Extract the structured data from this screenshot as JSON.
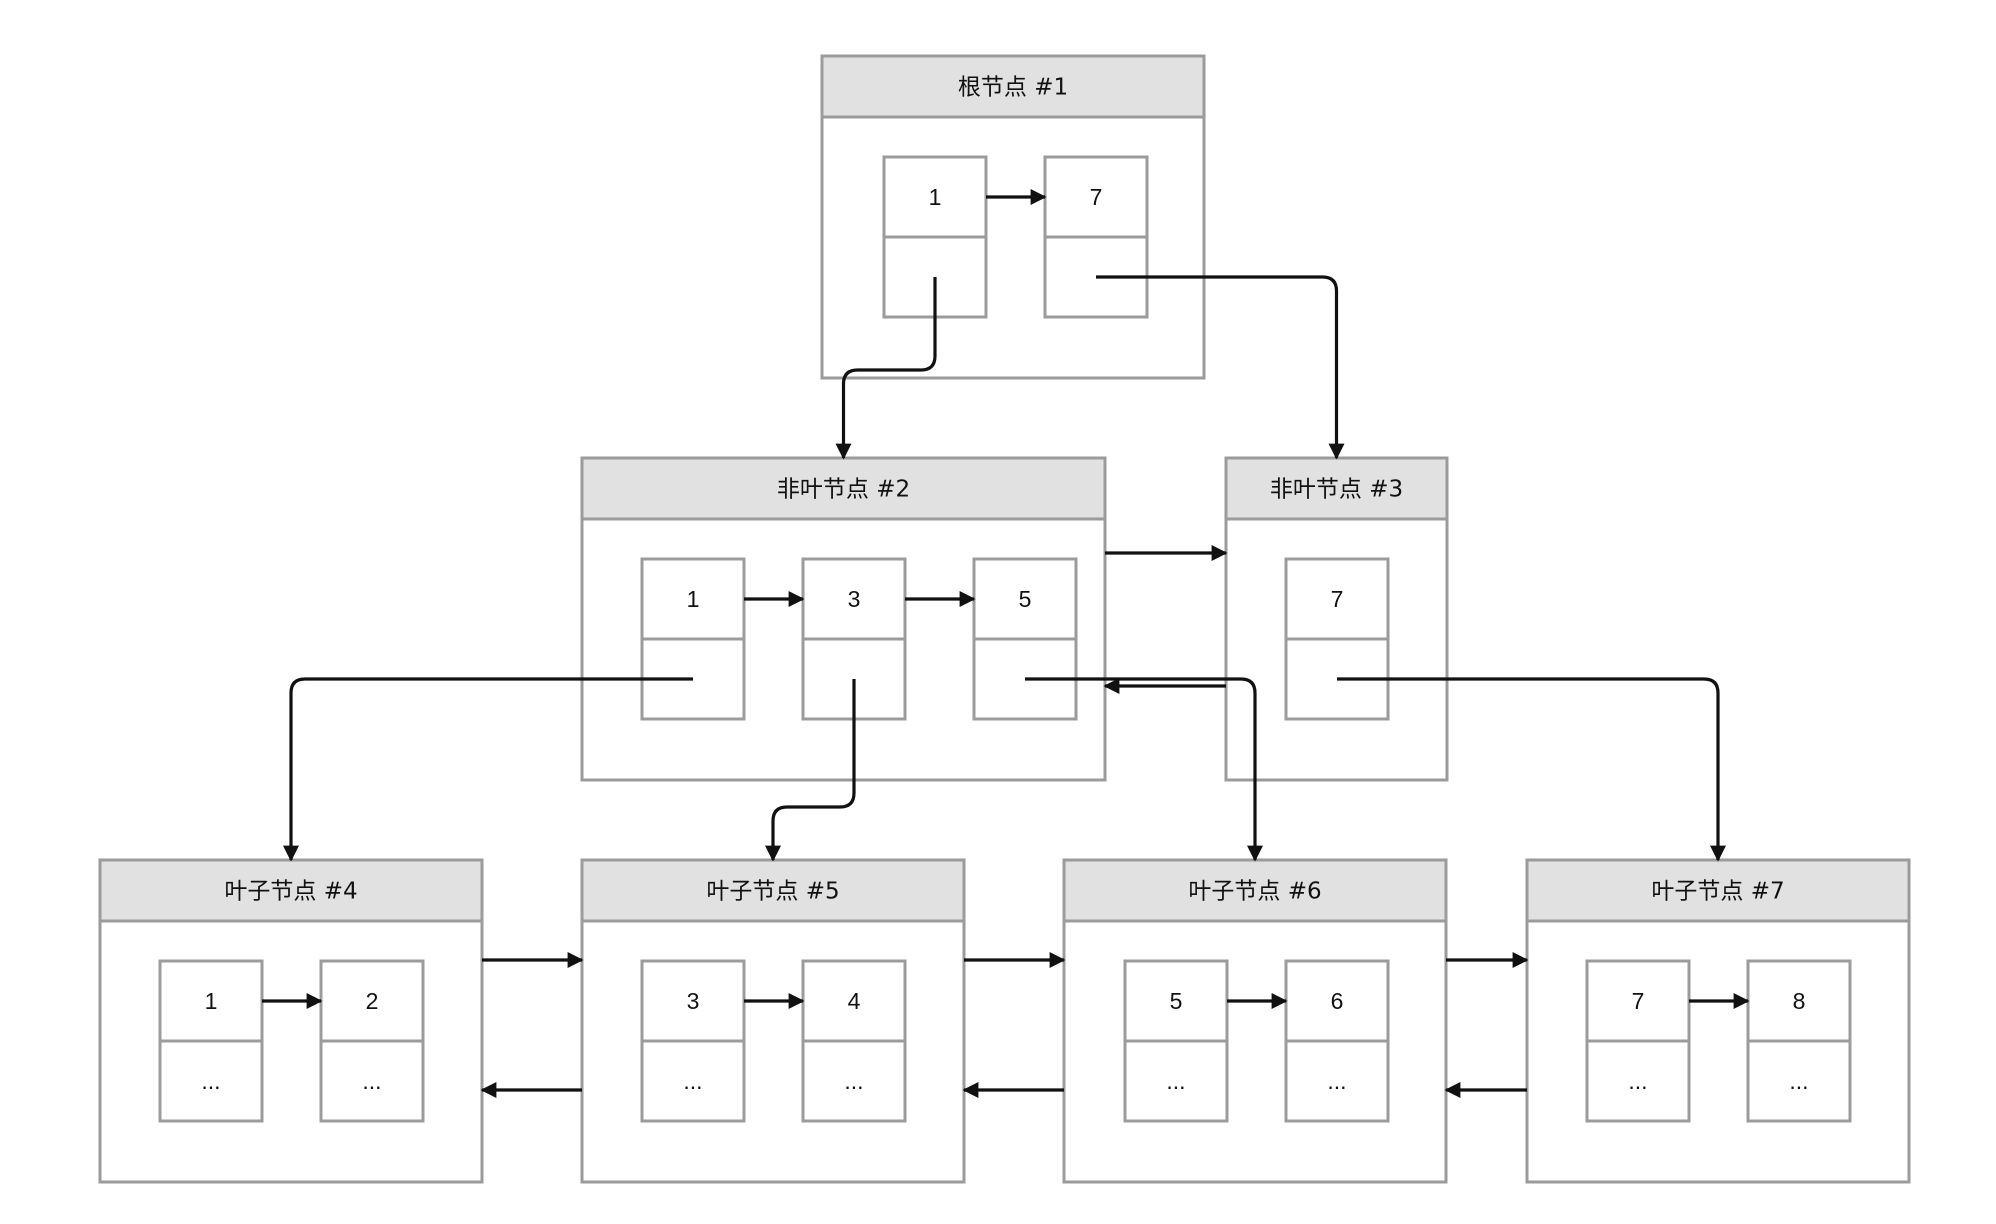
{
  "colors": {
    "header_fill": "#e1e1e1",
    "border": "#9b9b9b",
    "arrow": "#111111",
    "background": "#ffffff"
  },
  "nodes": [
    {
      "id": "n1",
      "title": "根节点 #1",
      "entries": [
        {
          "key": "1",
          "value": ""
        },
        {
          "key": "7",
          "value": ""
        }
      ]
    },
    {
      "id": "n2",
      "title": "非叶节点 #2",
      "entries": [
        {
          "key": "1",
          "value": ""
        },
        {
          "key": "3",
          "value": ""
        },
        {
          "key": "5",
          "value": ""
        }
      ]
    },
    {
      "id": "n3",
      "title": "非叶节点 #3",
      "entries": [
        {
          "key": "7",
          "value": ""
        }
      ]
    },
    {
      "id": "n4",
      "title": "叶子节点 #4",
      "entries": [
        {
          "key": "1",
          "value": "..."
        },
        {
          "key": "2",
          "value": "..."
        }
      ]
    },
    {
      "id": "n5",
      "title": "叶子节点 #5",
      "entries": [
        {
          "key": "3",
          "value": "..."
        },
        {
          "key": "4",
          "value": "..."
        }
      ]
    },
    {
      "id": "n6",
      "title": "叶子节点 #6",
      "entries": [
        {
          "key": "5",
          "value": "..."
        },
        {
          "key": "6",
          "value": "..."
        }
      ]
    },
    {
      "id": "n7",
      "title": "叶子节点 #7",
      "entries": [
        {
          "key": "7",
          "value": "..."
        },
        {
          "key": "8",
          "value": "..."
        }
      ]
    }
  ],
  "edges": [
    {
      "from": "n1.entry0",
      "to": "n2",
      "kind": "child-pointer"
    },
    {
      "from": "n1.entry1",
      "to": "n3",
      "kind": "child-pointer"
    },
    {
      "from": "n2.entry0",
      "to": "n4",
      "kind": "child-pointer"
    },
    {
      "from": "n2.entry1",
      "to": "n5",
      "kind": "child-pointer"
    },
    {
      "from": "n2.entry2",
      "to": "n6",
      "kind": "child-pointer"
    },
    {
      "from": "n3.entry0",
      "to": "n7",
      "kind": "child-pointer"
    },
    {
      "from": "n2",
      "to": "n3",
      "kind": "next-sibling"
    },
    {
      "from": "n3",
      "to": "n2",
      "kind": "prev-sibling"
    },
    {
      "from": "n4",
      "to": "n5",
      "kind": "next-sibling"
    },
    {
      "from": "n5",
      "to": "n4",
      "kind": "prev-sibling"
    },
    {
      "from": "n5",
      "to": "n6",
      "kind": "next-sibling"
    },
    {
      "from": "n6",
      "to": "n5",
      "kind": "prev-sibling"
    },
    {
      "from": "n6",
      "to": "n7",
      "kind": "next-sibling"
    },
    {
      "from": "n7",
      "to": "n6",
      "kind": "prev-sibling"
    },
    {
      "from": "n1.entry0",
      "to": "n1.entry1",
      "kind": "key-order"
    },
    {
      "from": "n2.entry0",
      "to": "n2.entry1",
      "kind": "key-order"
    },
    {
      "from": "n2.entry1",
      "to": "n2.entry2",
      "kind": "key-order"
    },
    {
      "from": "n4.entry0",
      "to": "n4.entry1",
      "kind": "key-order"
    },
    {
      "from": "n5.entry0",
      "to": "n5.entry1",
      "kind": "key-order"
    },
    {
      "from": "n6.entry0",
      "to": "n6.entry1",
      "kind": "key-order"
    },
    {
      "from": "n7.entry0",
      "to": "n7.entry1",
      "kind": "key-order"
    }
  ]
}
